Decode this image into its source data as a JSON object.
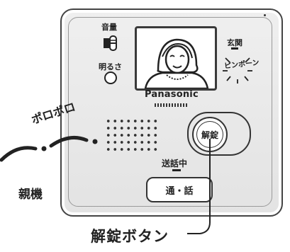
{
  "panel": {
    "volume_label": "音量",
    "brightness_label": "明るさ",
    "entrance_label": "玄関",
    "doorbell_sound_text": "ピンポーン",
    "brand": "Panasonic",
    "talking_label": "送話中",
    "unlock_button_label": "解錠",
    "talk_button_label": "通・話"
  },
  "annotations": {
    "chime_sound": "ポロポロ",
    "device_name": "親機",
    "callout_label": "解錠ボタン"
  },
  "colors": {
    "outline": "#333333",
    "panel_face": "#e8e8e8",
    "screen_bg": "#ffffff"
  }
}
